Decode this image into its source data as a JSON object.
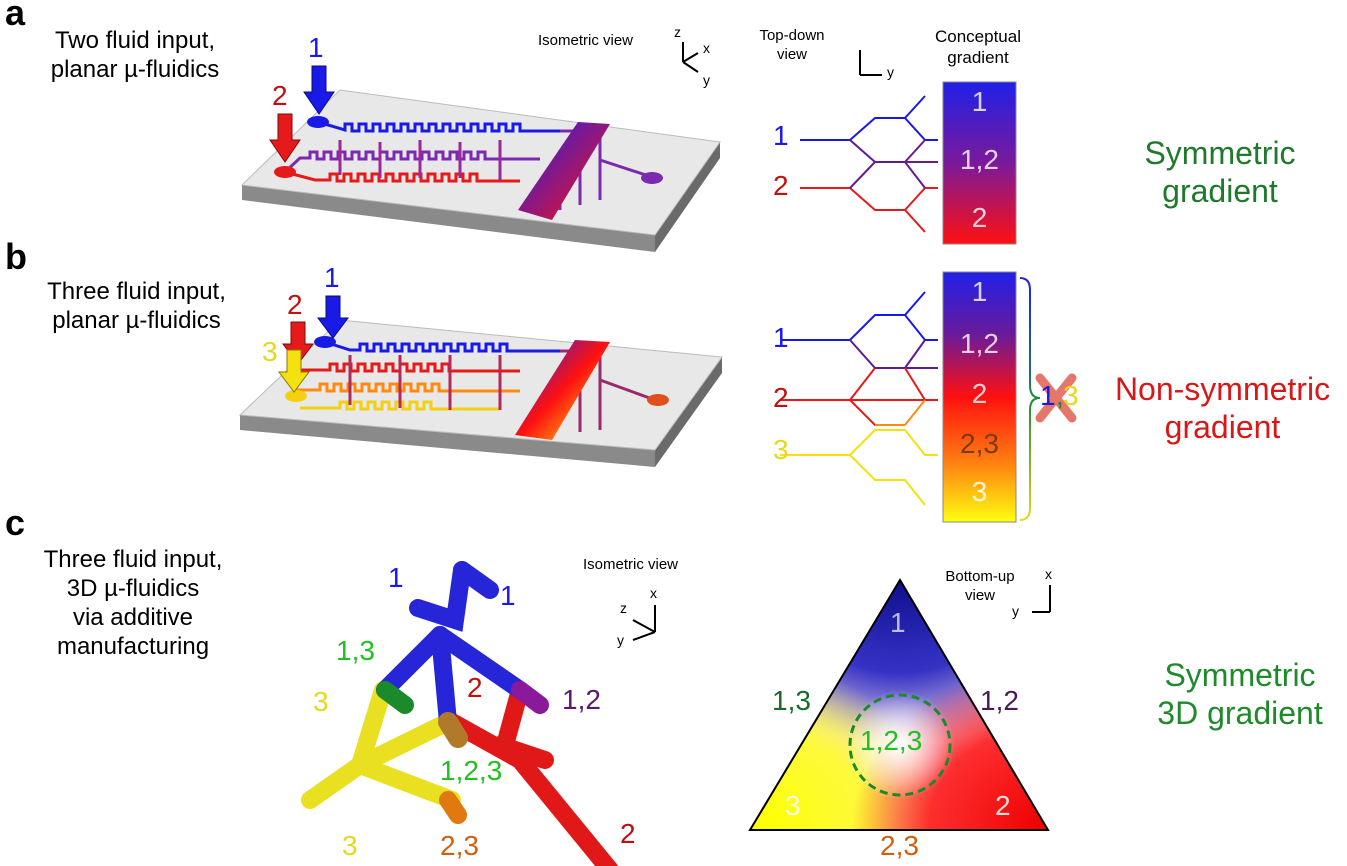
{
  "panels": {
    "a": {
      "letter": "a",
      "title_line1": "Two fluid input,",
      "title_line2": "planar µ-fluidics",
      "iso_label": "Isometric view",
      "top_label_line1": "Top-down",
      "top_label_line2": "view",
      "grad_label_line1": "Conceptual",
      "grad_label_line2": "gradient",
      "arrow_labels": [
        "1",
        "2"
      ],
      "input_labels": [
        "1",
        "2"
      ],
      "gradient_labels": [
        "1",
        "1,2",
        "2"
      ],
      "result_line1": "Symmetric",
      "result_line2": "gradient",
      "axes": {
        "z": "z",
        "x": "x",
        "y": "y",
        "top_y": "y"
      }
    },
    "b": {
      "letter": "b",
      "title_line1": "Three fluid input,",
      "title_line2": "planar µ-fluidics",
      "arrow_labels": [
        "1",
        "2",
        "3"
      ],
      "input_labels": [
        "1",
        "2",
        "3"
      ],
      "gradient_labels": [
        "1",
        "1,2",
        "2",
        "2,3",
        "3"
      ],
      "missing_label_a": "1",
      "missing_label_b": "3",
      "result_line1": "Non-symmetric",
      "result_line2": "gradient"
    },
    "c": {
      "letter": "c",
      "title_line1": "Three fluid input,",
      "title_line2": "3D µ-fluidics",
      "title_line3": "via additive",
      "title_line4": "manufacturing",
      "iso_label": "Isometric view",
      "bottom_label_line1": "Bottom-up",
      "bottom_label_line2": "view",
      "model_labels": {
        "one_a": "1",
        "one_b": "1",
        "one_three": "1,3",
        "two": "2",
        "one_two": "1,2",
        "three": "3",
        "center": "1,2,3",
        "two_three": "2,3",
        "two_end": "2",
        "three_end": "3"
      },
      "triangle_labels": {
        "top": "1",
        "left_edge": "1,3",
        "right_edge": "1,2",
        "center": "1,2,3",
        "bottom_left": "3",
        "bottom_right": "2",
        "bottom_edge": "2,3"
      },
      "result_line1": "Symmetric",
      "result_line2": "3D gradient",
      "axes": {
        "z": "z",
        "x": "x",
        "y": "y",
        "bx": "x",
        "by": "y"
      }
    }
  },
  "colors": {
    "fluid1": "#1a1ae6",
    "fluid2": "#e61a1a",
    "fluid3": "#e6d81a",
    "mix12": "#6a1a8a",
    "mix13": "#1a8a3a",
    "mix23": "#e6801a",
    "result_ok": "#1e7a2a",
    "result_bad": "#d81818"
  }
}
